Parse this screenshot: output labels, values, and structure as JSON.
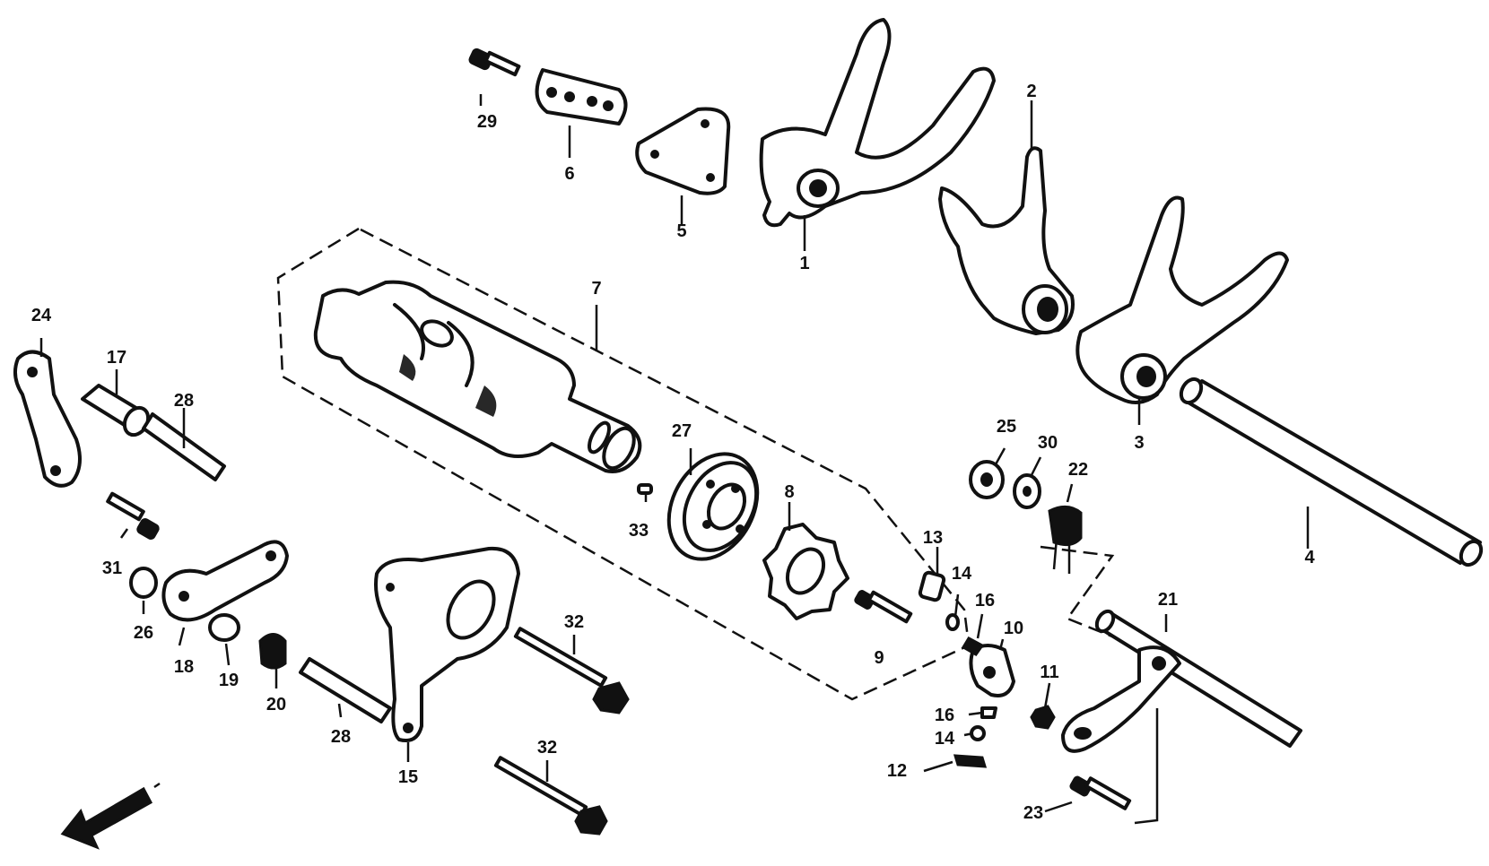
{
  "diagram": {
    "callouts": [
      {
        "id": "c1",
        "text": "1"
      },
      {
        "id": "c2",
        "text": "2"
      },
      {
        "id": "c3",
        "text": "3"
      },
      {
        "id": "c4",
        "text": "4"
      },
      {
        "id": "c5",
        "text": "5"
      },
      {
        "id": "c6",
        "text": "6"
      },
      {
        "id": "c7",
        "text": "7"
      },
      {
        "id": "c8",
        "text": "8"
      },
      {
        "id": "c9",
        "text": "9"
      },
      {
        "id": "c10",
        "text": "10"
      },
      {
        "id": "c11",
        "text": "11"
      },
      {
        "id": "c12",
        "text": "12"
      },
      {
        "id": "c13",
        "text": "13"
      },
      {
        "id": "c14a",
        "text": "14"
      },
      {
        "id": "c14b",
        "text": "14"
      },
      {
        "id": "c15",
        "text": "15"
      },
      {
        "id": "c16a",
        "text": "16"
      },
      {
        "id": "c16b",
        "text": "16"
      },
      {
        "id": "c17",
        "text": "17"
      },
      {
        "id": "c18",
        "text": "18"
      },
      {
        "id": "c19",
        "text": "19"
      },
      {
        "id": "c20",
        "text": "20"
      },
      {
        "id": "c21",
        "text": "21"
      },
      {
        "id": "c22",
        "text": "22"
      },
      {
        "id": "c23",
        "text": "23"
      },
      {
        "id": "c24",
        "text": "24"
      },
      {
        "id": "c25",
        "text": "25"
      },
      {
        "id": "c26",
        "text": "26"
      },
      {
        "id": "c27",
        "text": "27"
      },
      {
        "id": "c28a",
        "text": "28"
      },
      {
        "id": "c28b",
        "text": "28"
      },
      {
        "id": "c29",
        "text": "29"
      },
      {
        "id": "c30",
        "text": "30"
      },
      {
        "id": "c31",
        "text": "31"
      },
      {
        "id": "c32a",
        "text": "32"
      },
      {
        "id": "c32b",
        "text": "32"
      },
      {
        "id": "c33",
        "text": "33"
      }
    ]
  }
}
